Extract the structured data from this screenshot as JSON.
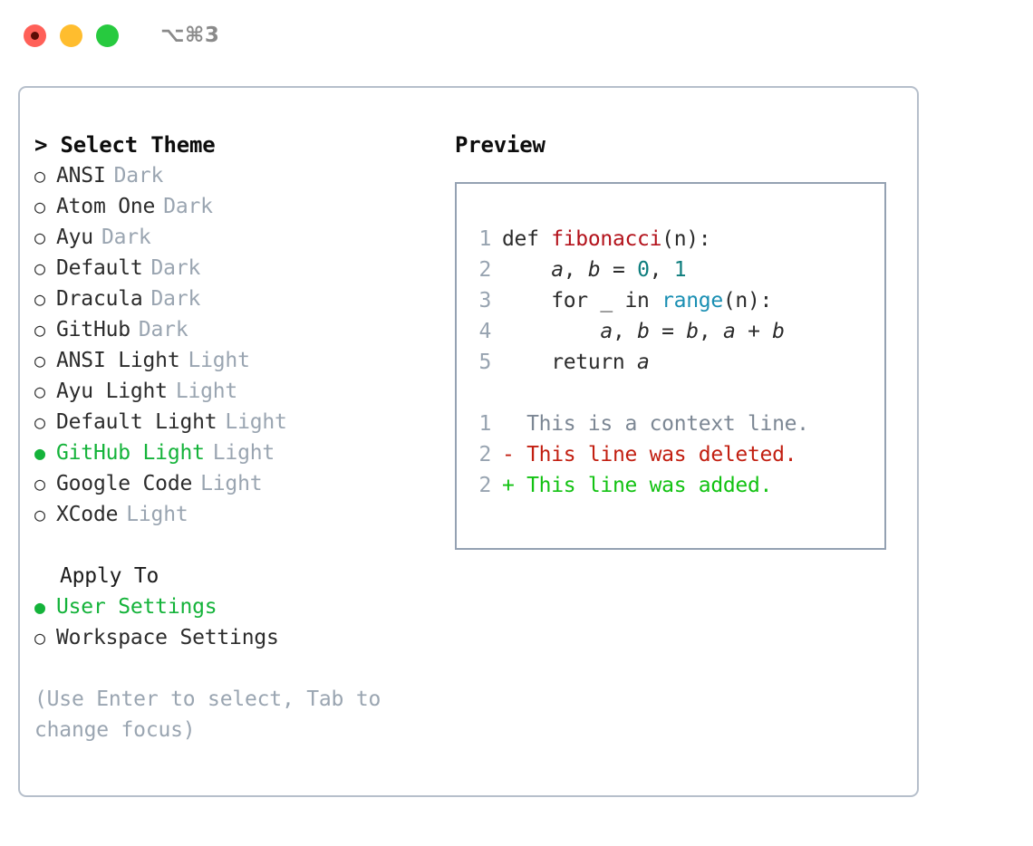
{
  "window": {
    "traffic_lights": [
      {
        "name": "close",
        "color": "#ff6058"
      },
      {
        "name": "minimize",
        "color": "#ffbd2e"
      },
      {
        "name": "maximize",
        "color": "#27ca3f"
      }
    ],
    "shortcut_label": "⌥⌘3"
  },
  "colors": {
    "accent_green": "#14b33a",
    "badge_gray": "#9aa5b1",
    "panel_border": "#b6bfcb",
    "preview_border": "#94a1b2",
    "text": "#2c2c2c",
    "hint": "#9aa5b1",
    "diff_add": "#12c212",
    "diff_del": "#c21f11",
    "diff_ctx": "#7c8794",
    "code_fn": "#b3121b",
    "code_num": "#0d7d7d",
    "code_call": "#1a8fb3"
  },
  "theme_list": {
    "title": "> Select Theme",
    "selected_index": 9,
    "items": [
      {
        "marker": "○",
        "label": "ANSI",
        "badge": "Dark",
        "selected": false
      },
      {
        "marker": "○",
        "label": "Atom One",
        "badge": "Dark",
        "selected": false
      },
      {
        "marker": "○",
        "label": "Ayu",
        "badge": "Dark",
        "selected": false
      },
      {
        "marker": "○",
        "label": "Default",
        "badge": "Dark",
        "selected": false
      },
      {
        "marker": "○",
        "label": "Dracula",
        "badge": "Dark",
        "selected": false
      },
      {
        "marker": "○",
        "label": "GitHub",
        "badge": "Dark",
        "selected": false
      },
      {
        "marker": "○",
        "label": "ANSI Light",
        "badge": "Light",
        "selected": false
      },
      {
        "marker": "○",
        "label": "Ayu Light",
        "badge": "Light",
        "selected": false
      },
      {
        "marker": "○",
        "label": "Default Light",
        "badge": "Light",
        "selected": false
      },
      {
        "marker": "●",
        "label": "GitHub Light",
        "badge": "Light",
        "selected": true
      },
      {
        "marker": "○",
        "label": "Google Code",
        "badge": "Light",
        "selected": false
      },
      {
        "marker": "○",
        "label": "XCode",
        "badge": "Light",
        "selected": false
      }
    ]
  },
  "apply_to": {
    "title": "Apply To",
    "selected_index": 0,
    "items": [
      {
        "marker": "●",
        "label": "User Settings",
        "selected": true
      },
      {
        "marker": "○",
        "label": "Workspace Settings",
        "selected": false
      }
    ]
  },
  "hint": {
    "line1": "(Use Enter to select, Tab to",
    "line2": "change focus)"
  },
  "preview": {
    "title": "Preview",
    "code_lines": [
      {
        "no": "1",
        "tokens": [
          {
            "t": "def ",
            "k": "kw"
          },
          {
            "t": "fibonacci",
            "k": "fn"
          },
          {
            "t": "(n):",
            "k": "plain"
          }
        ]
      },
      {
        "no": "2",
        "tokens": [
          {
            "t": "    ",
            "k": "plain"
          },
          {
            "t": "a",
            "k": "var"
          },
          {
            "t": ", ",
            "k": "plain"
          },
          {
            "t": "b",
            "k": "var"
          },
          {
            "t": " = ",
            "k": "plain"
          },
          {
            "t": "0",
            "k": "num"
          },
          {
            "t": ", ",
            "k": "plain"
          },
          {
            "t": "1",
            "k": "num"
          }
        ]
      },
      {
        "no": "3",
        "tokens": [
          {
            "t": "    for _ in ",
            "k": "plain"
          },
          {
            "t": "range",
            "k": "call"
          },
          {
            "t": "(n):",
            "k": "plain"
          }
        ]
      },
      {
        "no": "4",
        "tokens": [
          {
            "t": "        ",
            "k": "plain"
          },
          {
            "t": "a",
            "k": "var"
          },
          {
            "t": ", ",
            "k": "plain"
          },
          {
            "t": "b",
            "k": "var"
          },
          {
            "t": " = ",
            "k": "plain"
          },
          {
            "t": "b",
            "k": "var"
          },
          {
            "t": ", ",
            "k": "plain"
          },
          {
            "t": "a",
            "k": "var"
          },
          {
            "t": " + ",
            "k": "plain"
          },
          {
            "t": "b",
            "k": "var"
          }
        ]
      },
      {
        "no": "5",
        "tokens": [
          {
            "t": "    return ",
            "k": "plain"
          },
          {
            "t": "a",
            "k": "var"
          }
        ]
      }
    ],
    "diff_lines": [
      {
        "no": "1",
        "sign": " ",
        "text": "This is a context line.",
        "kind": "ctx"
      },
      {
        "no": "2",
        "sign": "-",
        "text": "This line was deleted.",
        "kind": "del"
      },
      {
        "no": "2",
        "sign": "+",
        "text": "This line was added.",
        "kind": "add"
      }
    ]
  }
}
